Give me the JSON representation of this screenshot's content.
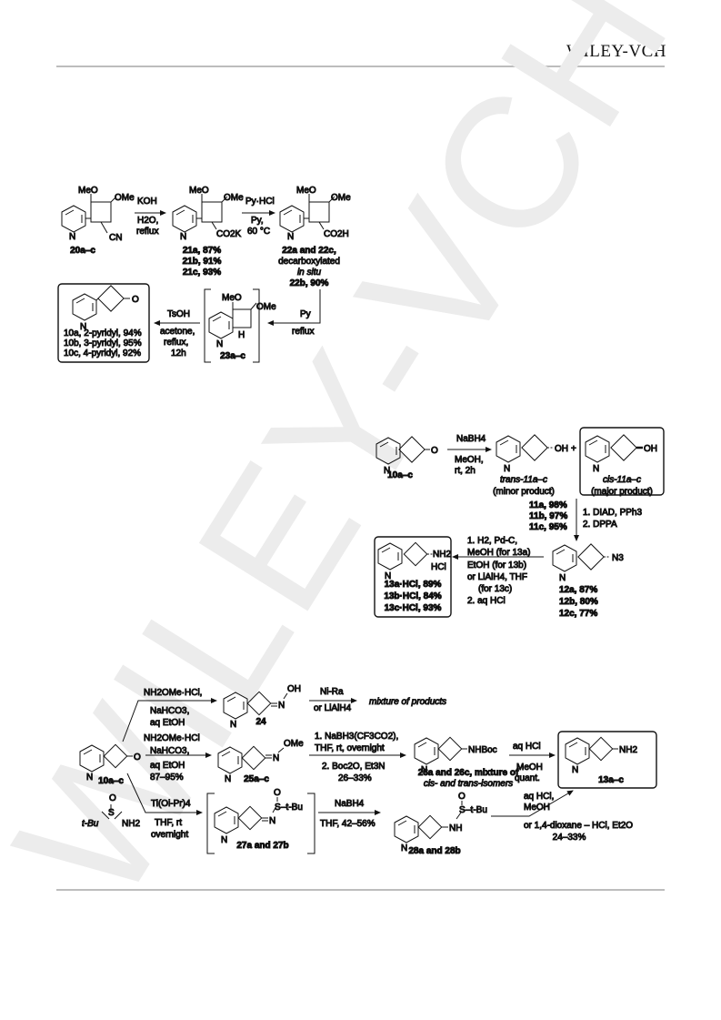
{
  "header": {
    "publisher": "WILEY-VCH"
  },
  "watermark": {
    "text": "WILEY-VCH"
  },
  "scheme1": {
    "s20_ome1": "MeO",
    "s20_ome2": "OMe",
    "s20_cn": "CN",
    "s20_n": "N",
    "s20_label": "20a–c",
    "step1_reagent": "KOH",
    "step1_solvent": "H2O,",
    "step1_cond": "reflux",
    "s21_ome1": "MeO",
    "s21_ome2": "OMe",
    "s21_co2k": "CO2K",
    "s21_n": "N",
    "s21a": "21a, 87%",
    "s21b": "21b, 91%",
    "s21c": "21c, 93%",
    "step2_reagent": "Py·HCl",
    "step2_solvent": "Py,",
    "step2_cond": "60 °C",
    "s22_ome1": "MeO",
    "s22_ome2": "OMe",
    "s22_co2h": "CO2H",
    "s22_n": "N",
    "s22_l1": "22a and 22c,",
    "s22_l2": "decarboxylated",
    "s22_l3": "in situ",
    "s22_l4": "22b, 90%",
    "step3_reagent": "Py",
    "step3_cond": "reflux",
    "s23_ome1": "MeO",
    "s23_ome2": "OMe",
    "s23_h": "H",
    "s23_n": "N",
    "s23_label": "23a–c",
    "step4_reagent": "TsOH",
    "step4_solvent": "acetone,",
    "step4_cond": "reflux,",
    "step4_time": "12h",
    "s10_o": "O",
    "s10_n": "N",
    "s10a": "10a, 2-pyridyl, 94%",
    "s10b": "10b, 3-pyridyl, 95%",
    "s10c": "10c, 4-pyridyl, 92%"
  },
  "scheme2": {
    "s10_o": "O",
    "s10_n": "N",
    "s10_label": "10a–c",
    "step1_reagent": "NaBH4",
    "step1_solvent": "MeOH,",
    "step1_cond": "rt, 2h",
    "trans_oh": "OH",
    "trans_n": "N",
    "trans_label": "trans-11a–c",
    "trans_note": "(minor product)",
    "plus": "+",
    "cis_oh": "OH",
    "cis_n": "N",
    "cis_label": "cis-11a–c",
    "cis_note": "(major product)",
    "y11a": "11a, 98%",
    "y11b": "11b, 97%",
    "y11c": "11c, 95%",
    "step2_r1": "1. DIAD, PPh3",
    "step2_r2": "2. DPPA",
    "s12_n3": "N3",
    "s12_n": "N",
    "s12a": "12a, 87%",
    "s12b": "12b, 80%",
    "s12c": "12c, 77%",
    "step3_l1": "1. H2, Pd-C,",
    "step3_l2": "MeOH (for 13a)",
    "step3_l3": "EtOH (for 13b)",
    "step3_l4": "or LiAlH4, THF",
    "step3_l5": "(for 13c)",
    "step3_l6": "2. aq HCl",
    "s13_nh2": "NH2",
    "s13_hcl": "HCl",
    "s13_n": "N",
    "s13a": "13a·HCl, 89%",
    "s13b": "13b·HCl, 84%",
    "s13c": "13c·HCl, 93%"
  },
  "scheme3": {
    "s10_o": "O",
    "s10_n": "N",
    "s10_label": "10a–c",
    "top_r1": "NH2OMe·HCl,",
    "top_r2": "NaHCO3,",
    "top_r3": "aq EtOH",
    "s24_oh": "OH",
    "s24_n_oxime": "N",
    "s24_n": "N",
    "s24_label": "24",
    "nira_r1": "Ni-Ra",
    "nira_r2": "or LiAlH4",
    "mixture": "mixture of products",
    "mid_r1": "NH2OMe·HCl",
    "mid_r2": "NaHCO3,",
    "mid_r3": "aq EtOH",
    "mid_r4": "87–95%",
    "s25_ome": "OMe",
    "s25_n_oxime": "N",
    "s25_n": "N",
    "s25_label": "25a–c",
    "red_r1": "1. NaBH3(CF3CO2),",
    "red_r2": "THF, rt, overnight",
    "red_r3": "2. Boc2O, Et3N",
    "red_r4": "26–33%",
    "s26_nhboc": "NHBoc",
    "s26_n": "N",
    "s26_l1": "26a and 26c, mixture of",
    "s26_l2": "cis- and trans-isomers",
    "dep_r1": "aq HCl",
    "dep_r2": "MeOH",
    "dep_r3": "quant.",
    "s13_nh2": "NH2",
    "s13_n": "N",
    "s13_label": "13a–c",
    "sulf_o": "O",
    "sulf_s": "S",
    "sulf_tbu": "t-Bu",
    "sulf_nh2": "NH2",
    "ti_r1": "Ti(Oi-Pr)4",
    "ti_r2": "THF, rt",
    "ti_r3": "overnight",
    "s27_o": "O",
    "s27_s": "S",
    "s27_tbu": "–t-Bu",
    "s27_n_imine": "N",
    "s27_n": "N",
    "s27_label": "27a and 27b",
    "nabh4_r1": "NaBH4",
    "nabh4_r2": "THF, 42–56%",
    "s28_o": "O",
    "s28_s": "S",
    "s28_tbu": "–t-Bu",
    "s28_nh": "NH",
    "s28_n": "N",
    "s28_label": "28a and 28b",
    "final_r1": "aq HCl,",
    "final_r2": "MeOH",
    "final_r3": "or 1,4-dioxane – HCl, Et2O",
    "final_r4": "24–33%"
  }
}
